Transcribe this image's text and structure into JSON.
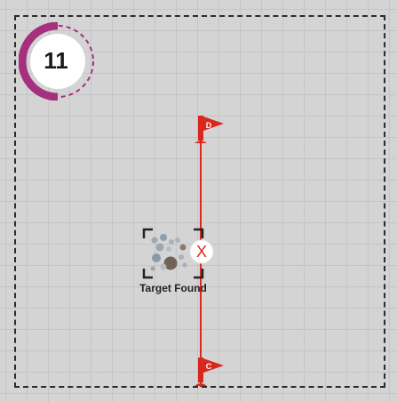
{
  "counter": {
    "value": "11",
    "ring_color": "#a4307e",
    "ring_remaining_fraction": 0.5
  },
  "track": {
    "color": "#d8281e",
    "flags": [
      {
        "letter": "D",
        "icon": "flag-icon"
      },
      {
        "letter": "C",
        "icon": "flag-icon"
      }
    ]
  },
  "target": {
    "label": "Target Found",
    "icon": "rock-cluster-icon",
    "marker_letter": "X",
    "marker_icon": "x-mark-icon"
  },
  "colors": {
    "background": "#d4d4d4",
    "grid_line": "#c5c5c5",
    "border_dash": "#2b2b2b",
    "accent_red": "#d8281e"
  }
}
